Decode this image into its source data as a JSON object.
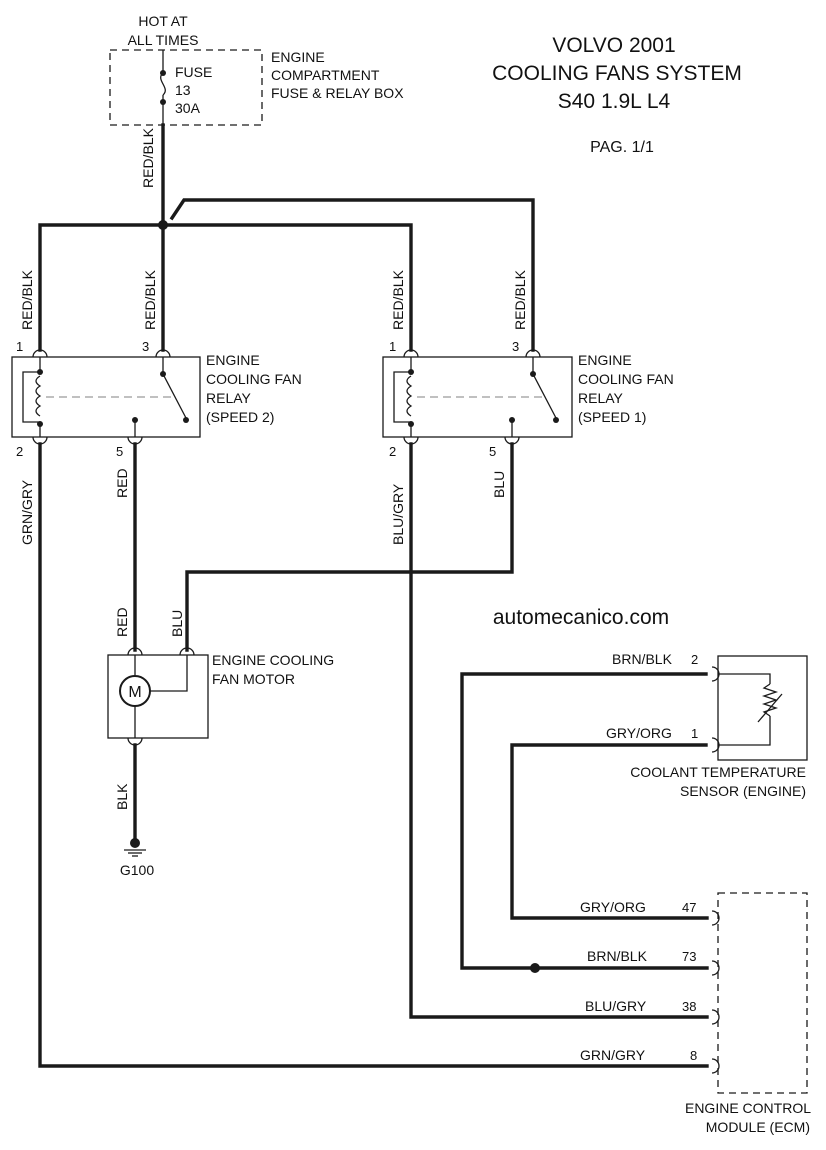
{
  "title": {
    "line1": "VOLVO 2001",
    "line2": "COOLING FANS SYSTEM",
    "line3": "S40 1.9L L4",
    "page": "PAG. 1/1"
  },
  "watermark": "automecanico.com",
  "power": {
    "label_line1": "HOT AT",
    "label_line2": "ALL TIMES",
    "fuse_label": "FUSE",
    "fuse_number": "13",
    "fuse_rating": "30A",
    "box_line1": "ENGINE",
    "box_line2": "COMPARTMENT",
    "box_line3": "FUSE & RELAY BOX"
  },
  "wires": {
    "feed": "RED/BLK",
    "relay2_pin1": "RED/BLK",
    "relay2_pin3": "RED/BLK",
    "relay1_pin1": "RED/BLK",
    "relay1_pin3": "RED/BLK",
    "relay2_pin2": "GRN/GRY",
    "relay2_pin5": "RED",
    "relay1_pin2": "BLU/GRY",
    "relay1_pin5": "BLU",
    "motor_red": "RED",
    "motor_blu": "BLU",
    "motor_ground": "BLK"
  },
  "relay_speed2": {
    "line1": "ENGINE",
    "line2": "COOLING FAN",
    "line3": "RELAY",
    "line4": "(SPEED 2)",
    "pins": [
      "1",
      "3",
      "2",
      "5"
    ]
  },
  "relay_speed1": {
    "line1": "ENGINE",
    "line2": "COOLING FAN",
    "line3": "RELAY",
    "line4": "(SPEED 1)",
    "pins": [
      "1",
      "3",
      "2",
      "5"
    ]
  },
  "motor": {
    "line1": "ENGINE COOLING",
    "line2": "FAN MOTOR",
    "symbol": "M",
    "ground": "G100"
  },
  "sensor": {
    "line1": "COOLANT TEMPERATURE",
    "line2": "SENSOR (ENGINE)",
    "pins": [
      {
        "wire": "BRN/BLK",
        "pin": "2"
      },
      {
        "wire": "GRY/ORG",
        "pin": "1"
      }
    ]
  },
  "ecm": {
    "line1": "ENGINE CONTROL",
    "line2": "MODULE (ECM)",
    "pins": [
      {
        "wire": "GRY/ORG",
        "pin": "47"
      },
      {
        "wire": "BRN/BLK",
        "pin": "73"
      },
      {
        "wire": "BLU/GRY",
        "pin": "38"
      },
      {
        "wire": "GRN/GRY",
        "pin": "8"
      }
    ]
  }
}
